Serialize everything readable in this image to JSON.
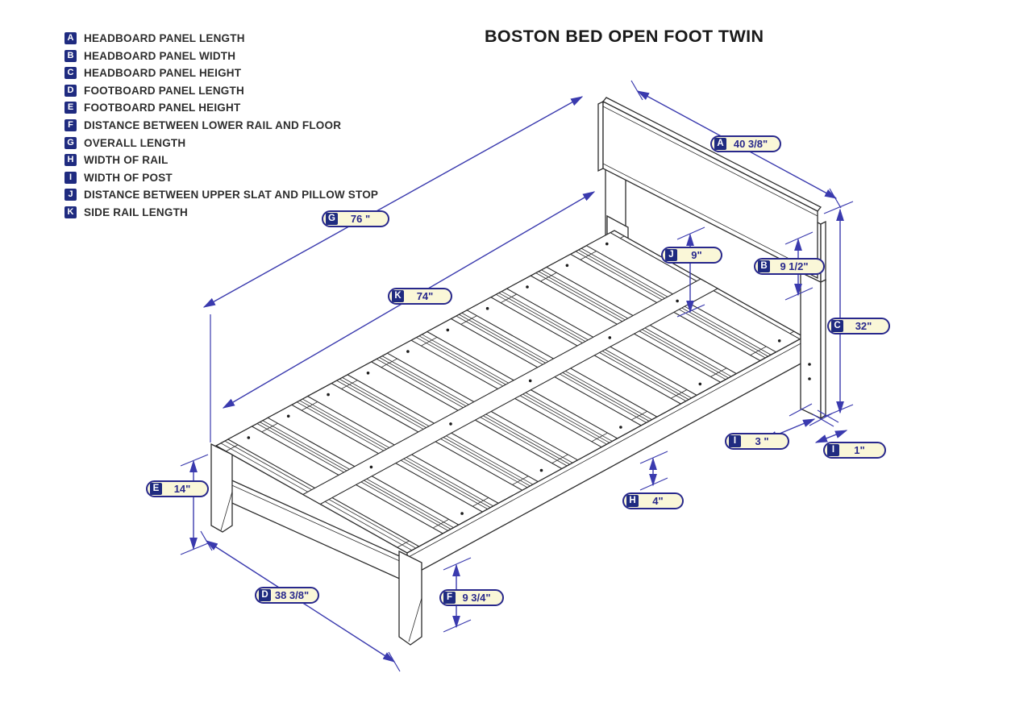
{
  "title": "BOSTON BED OPEN FOOT TWIN",
  "legend": {
    "items": [
      {
        "letter": "A",
        "label": "HEADBOARD PANEL LENGTH"
      },
      {
        "letter": "B",
        "label": "HEADBOARD PANEL WIDTH"
      },
      {
        "letter": "C",
        "label": "HEADBOARD PANEL HEIGHT"
      },
      {
        "letter": "D",
        "label": "FOOTBOARD PANEL LENGTH"
      },
      {
        "letter": "E",
        "label": "FOOTBOARD PANEL HEIGHT"
      },
      {
        "letter": "F",
        "label": "DISTANCE BETWEEN LOWER RAIL AND FLOOR"
      },
      {
        "letter": "G",
        "label": "OVERALL LENGTH"
      },
      {
        "letter": "H",
        "label": "WIDTH OF RAIL"
      },
      {
        "letter": "I",
        "label": "WIDTH OF POST"
      },
      {
        "letter": "J",
        "label": "DISTANCE BETWEEN UPPER SLAT AND PILLOW STOP"
      },
      {
        "letter": "K",
        "label": "SIDE RAIL LENGTH"
      }
    ]
  },
  "dims": {
    "a": {
      "letter": "A",
      "value": "40 3/8\""
    },
    "g": {
      "letter": "G",
      "value": "76 \""
    },
    "j": {
      "letter": "J",
      "value": "9\""
    },
    "b": {
      "letter": "B",
      "value": "9 1/2\""
    },
    "k": {
      "letter": "K",
      "value": "74\""
    },
    "c": {
      "letter": "C",
      "value": "32\""
    },
    "i_post_width": {
      "letter": "I",
      "value": "3 \""
    },
    "i_post_depth": {
      "letter": "I",
      "value": "1\""
    },
    "e": {
      "letter": "E",
      "value": "14\""
    },
    "h": {
      "letter": "H",
      "value": "4\""
    },
    "d": {
      "letter": "D",
      "value": "38 3/8\""
    },
    "f": {
      "letter": "F",
      "value": "9 3/4\""
    }
  },
  "colors": {
    "dimension_blue": "#3a3aae",
    "badge_navy": "#1f2b80",
    "label_fill": "#faf7d8",
    "label_border": "#28288c",
    "drawing_line": "#2b2b2b"
  }
}
